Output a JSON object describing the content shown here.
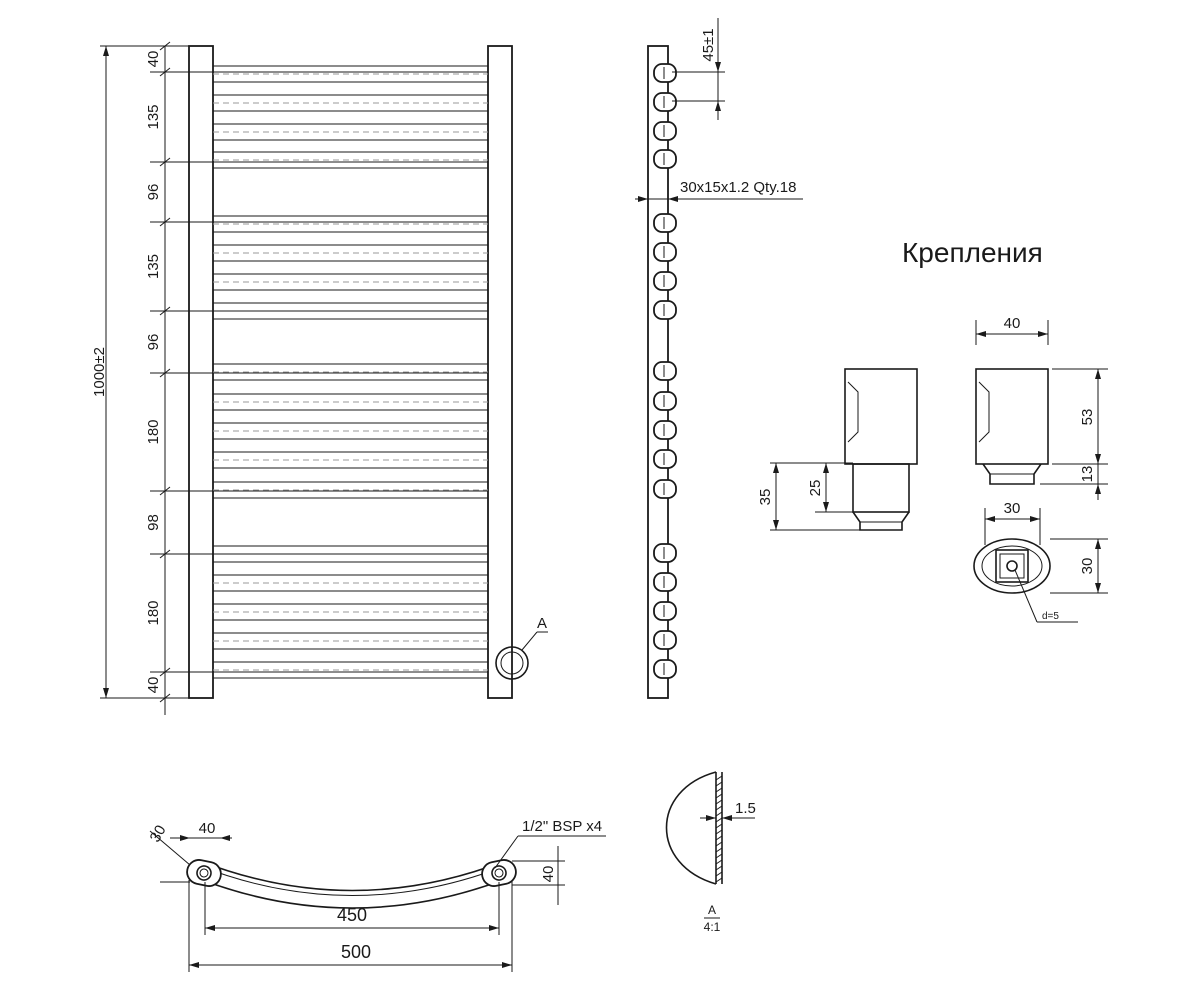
{
  "front_view": {
    "total_height": "1000±2",
    "segments": [
      "40",
      "135",
      "96",
      "135",
      "96",
      "180",
      "98",
      "180",
      "40"
    ],
    "detail_callout": "A"
  },
  "side_view": {
    "pitch_label": "45±1",
    "tube_label": "30x15x1.2  Qty.18"
  },
  "mounts": {
    "title": "Крепления",
    "width_top": "40",
    "height_body": "53",
    "height_neck": "13",
    "width_base": "30",
    "height_base": "30",
    "hole": "d=5",
    "height_total": "35",
    "height_lower": "25"
  },
  "top_view": {
    "depth": "30",
    "offset": "40",
    "thread": "1/2\" BSP x4",
    "riser_depth": "40",
    "centers": "450",
    "overall_width": "500"
  },
  "detail": {
    "thickness": "1.5",
    "label": "A",
    "scale": "4:1"
  }
}
